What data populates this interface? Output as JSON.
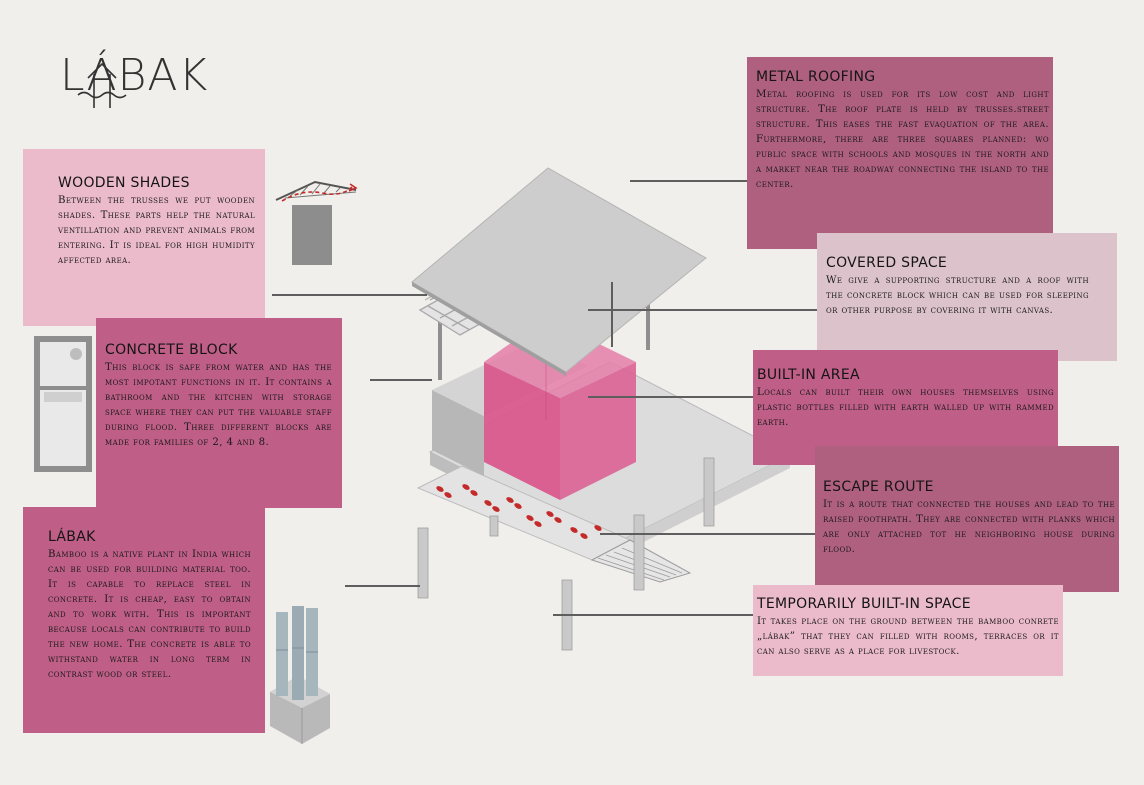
{
  "logo": {
    "text": "LÁBAK"
  },
  "panels": {
    "wooden_shades": {
      "title": "WOODEN SHADES",
      "body": "Between the trusses we put wooden shades. These parts help the natural ventillation and prevent animals from entering. It is ideal for high humidity affected area."
    },
    "concrete_block": {
      "title": "CONCRETE BLOCK",
      "body": "This block is safe from water and has the most impotant functions in it. It contains a bathroom and the kitchen with storage space where they can put the valuable staff during flood. Three different blocks are made for families of 2, 4 and 8."
    },
    "labak": {
      "title": "LÁBAK",
      "body": "Bamboo is a native plant in India which can be used for building material too. It is capable to replace steel in concrete. It is cheap, easy to obtain and to work with. This is important because locals can contribute to build the new home. The concrete is able to withstand water in long term in contrast wood or steel."
    },
    "metal_roofing": {
      "title": "METAL ROOFING",
      "body": "Metal roofing is used for its low cost and light structure. The roof plate is held by trusses.street structure. This eases the fast evaquation of the area. Furthermore, there are three squares planned: wo public space with schools and mosques in the north and a market near the roadway connecting the island to the center."
    },
    "covered_space": {
      "title": "COVERED SPACE",
      "body": "We give a supporting structure and a roof with the concrete block which can be used for sleeping or other purpose by covering it with canvas."
    },
    "built_in_area": {
      "title": "BUILT-IN AREA",
      "body": "Locals can built their own houses themselves using plastic bottles filled with earth walled up with rammed earth."
    },
    "escape_route": {
      "title": "ESCAPE ROUTE",
      "body": "It is a route that connected the houses and lead to the raised foothpath. They are connected with planks which are only attached tot he neighboring house during flood."
    },
    "temporarily_built_in": {
      "title": "TEMPORARILY BUILT-IN SPACE",
      "body": "It takes place on the ground between the bamboo conrete „lábak” that they can filled with rooms, terraces or it can also serve as a place for livestock."
    }
  },
  "colors": {
    "background": "#f1efeb",
    "pink_light": "#ebbacb",
    "pink_mid": "#d1769c",
    "pink_dark": "#bf5e87",
    "block_pink": "#d9558a",
    "footprint_red": "#c42a2a"
  }
}
